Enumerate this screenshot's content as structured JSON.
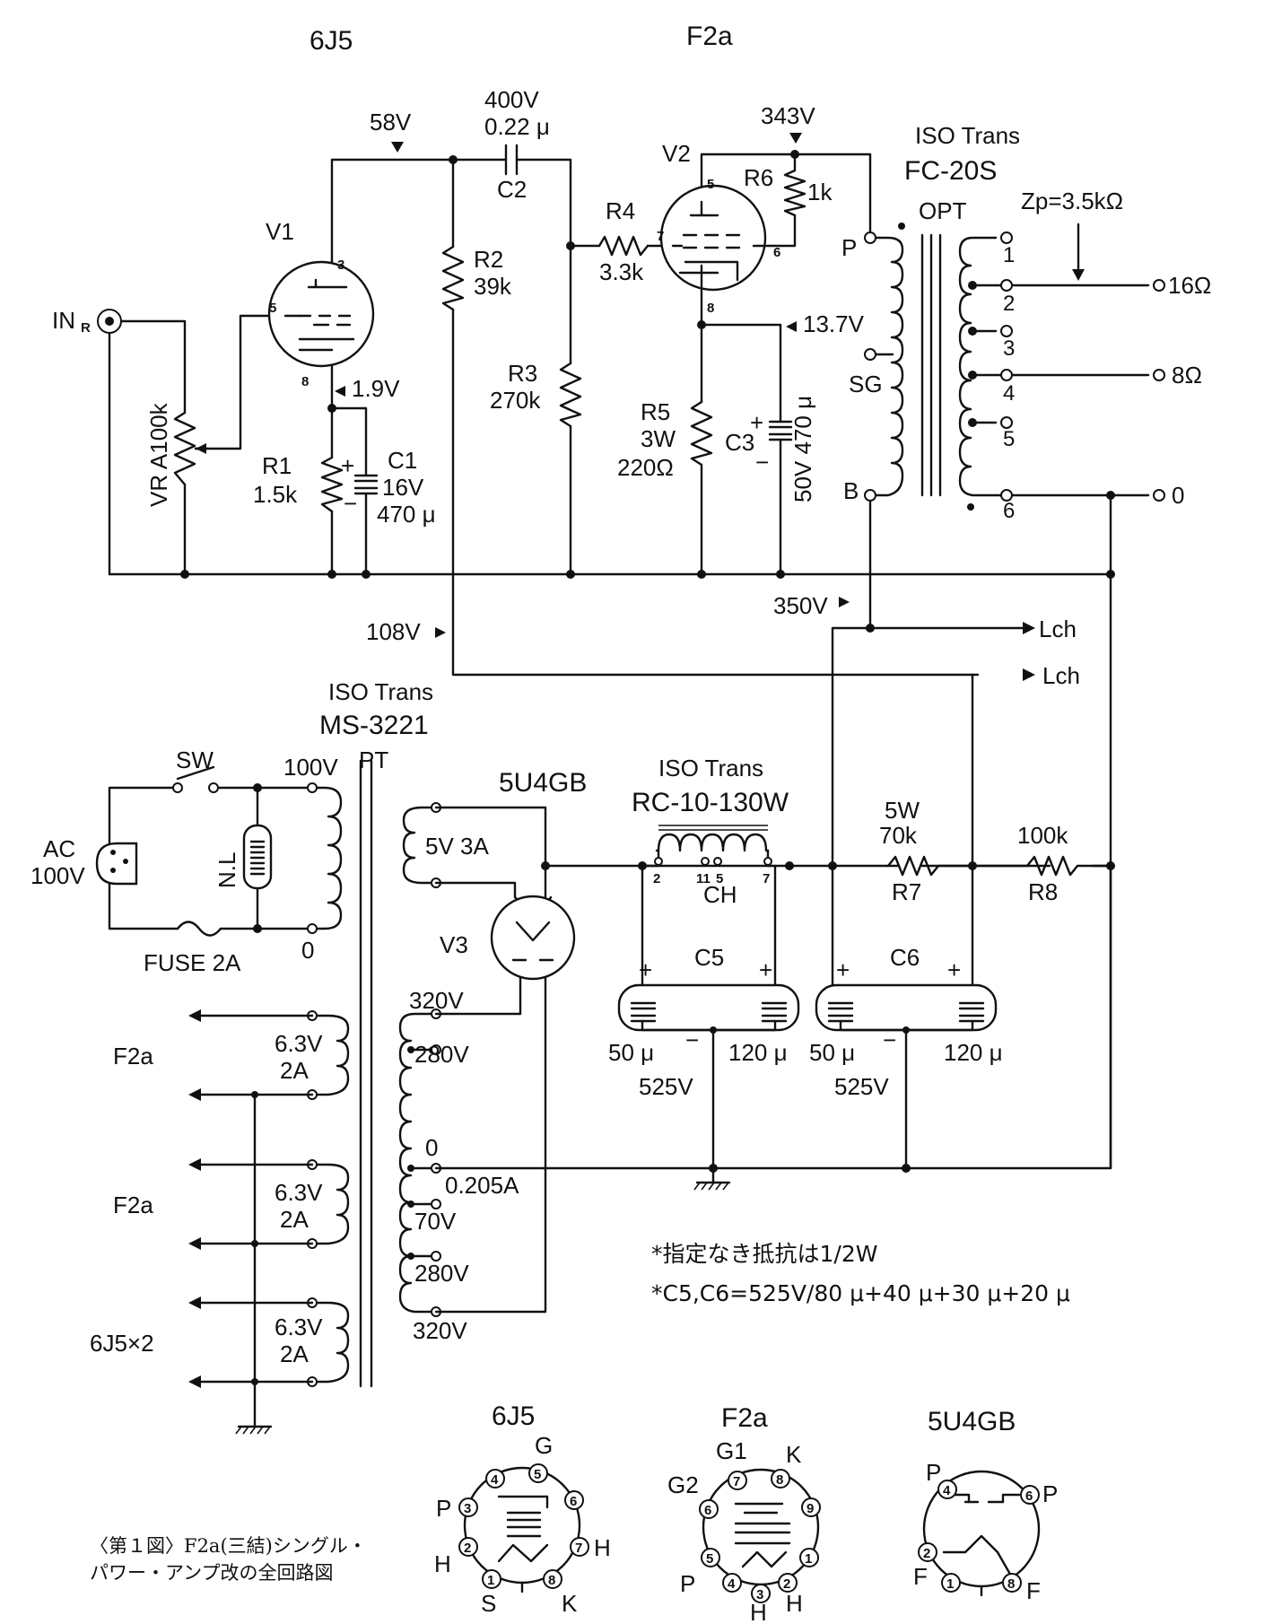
{
  "tubes": {
    "v1_type": "6J5",
    "v2_type": "F2a",
    "v3_type": "5U4GB",
    "v1": "V1",
    "v2": "V2",
    "v3": "V3"
  },
  "voltages": {
    "v1_plate": "58V",
    "v1_cathode": "1.9V",
    "v2_plate": "343V",
    "v2_cathode": "13.7V",
    "b_350": "350V",
    "b_108": "108V"
  },
  "components": {
    "c2_rating": "400V",
    "c2_value": "0.22 μ",
    "c2": "C2",
    "r1": "R1",
    "r1_value": "1.5k",
    "c1": "C1",
    "c1_voltage": "16V",
    "c1_value": "470 μ",
    "r2": "R2",
    "r2_value": "39k",
    "r3": "R3",
    "r3_value": "270k",
    "r4": "R4",
    "r4_value": "3.3k",
    "r5": "R5",
    "r5_watt": "3W",
    "r5_value": "220Ω",
    "r6": "R6",
    "r6_value": "1k",
    "c3": "C3",
    "c3_rating": "50V 470 μ",
    "vr": "VR A100k",
    "input": "IN",
    "input_sub": "R",
    "r7": "R7",
    "r7_watt": "5W",
    "r7_value": "70k",
    "r8": "R8",
    "r8_value": "100k",
    "c5": "C5",
    "c6": "C6",
    "c5_low": "50 μ",
    "c5_high": "120 μ",
    "c5_voltage": "525V",
    "c6_low": "50 μ",
    "c6_high": "120 μ",
    "c6_voltage": "525V",
    "ch": "CH"
  },
  "opt": {
    "maker": "ISO Trans",
    "model": "FC-20S",
    "label": "OPT",
    "impedance": "Zp=3.5kΩ",
    "p": "P",
    "sg": "SG",
    "b": "B",
    "taps": [
      "1",
      "2",
      "3",
      "4",
      "5",
      "6"
    ],
    "out_16": "16Ω",
    "out_8": "8Ω",
    "out_0": "0"
  },
  "outputs": {
    "lch_1": "Lch",
    "lch_2": "Lch"
  },
  "pt": {
    "maker": "ISO Trans",
    "model": "MS-3221",
    "label": "PT",
    "primary_100": "100V",
    "primary_0": "0",
    "rect_heater": "5V 3A",
    "hv_320_top": "320V",
    "hv_280_top": "280V",
    "hv_0": "0",
    "hv_current": "0.205A",
    "hv_70": "70V",
    "hv_280_bottom": "280V",
    "hv_320_bottom": "320V",
    "heater_v1": "6.3V",
    "heater_a1": "2A",
    "heater_v2": "6.3V",
    "heater_a2": "2A",
    "heater_v3": "6.3V",
    "heater_a3": "2A",
    "load_1": "F2a",
    "load_2": "F2a",
    "load_3": "6J5×2"
  },
  "mains": {
    "sw": "SW",
    "ac_1": "AC",
    "ac_2": "100V",
    "nl": "N.L",
    "fuse": "FUSE 2A"
  },
  "choke": {
    "maker": "ISO Trans",
    "model": "RC-10-130W",
    "pins": [
      "2",
      "11",
      "5",
      "7"
    ]
  },
  "notes": {
    "resistor_note": "*指定なき抵抗は1/2W",
    "cap_note": "*C5,C6=525V/80 μ+40 μ+30 μ+20 μ"
  },
  "pinouts": {
    "6j5": {
      "title": "6J5",
      "labels": [
        "G",
        "P",
        "H",
        "S",
        "K",
        "H"
      ],
      "pins": [
        "1",
        "2",
        "3",
        "4",
        "5",
        "6",
        "7",
        "8"
      ]
    },
    "f2a": {
      "title": "F2a",
      "labels": [
        "G1",
        "K",
        "G2",
        "P",
        "H",
        "H"
      ],
      "pins": [
        "1",
        "2",
        "3",
        "4",
        "5",
        "6",
        "7",
        "8",
        "9"
      ]
    },
    "5u4gb": {
      "title": "5U4GB",
      "labels": [
        "P",
        "P",
        "F",
        "F"
      ],
      "pins": [
        "1",
        "2",
        "4",
        "6",
        "8"
      ]
    }
  },
  "caption": {
    "line1": "〈第１図〉F2a(三結)シングル・",
    "line2": "パワー・アンプ改の全回路図"
  }
}
